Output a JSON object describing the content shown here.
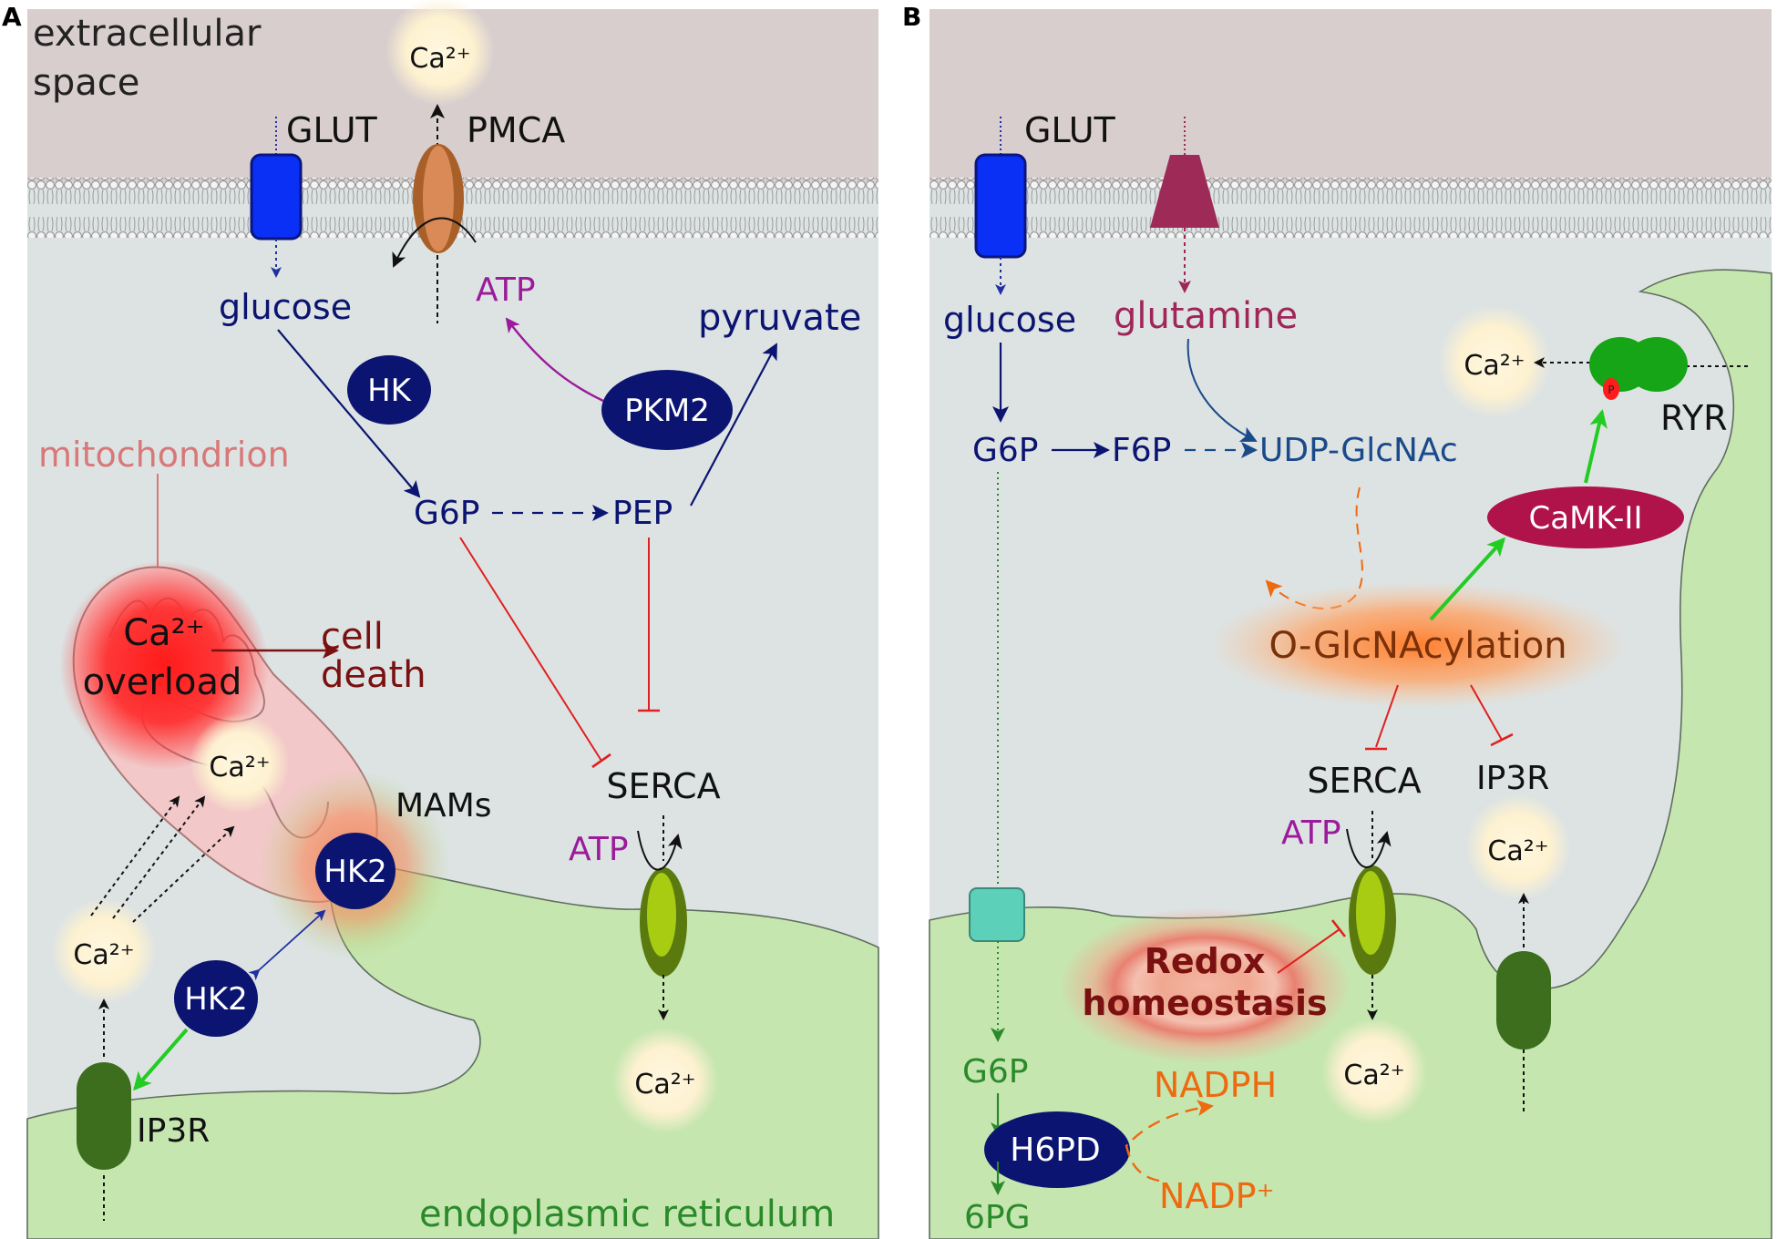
{
  "panel_a": {
    "letter": "A",
    "extracellular_line1": "extracellular",
    "extracellular_line2": "space",
    "ca_top": "Ca²⁺",
    "glut": "GLUT",
    "pmca": "PMCA",
    "glucose": "glucose",
    "atp_pmca": "ATP",
    "pyruvate": "pyruvate",
    "hk": "HK",
    "pkm2": "PKM2",
    "mitochondrion": "mitochondrion",
    "g6p": "G6P",
    "pep": "PEP",
    "ca_overload_line1": "Ca²⁺",
    "ca_overload_line2": "overload",
    "cell_death_line1": "cell",
    "cell_death_line2": "death",
    "ca_mito": "Ca²⁺",
    "mams": "MAMs",
    "hk2_mam": "HK2",
    "hk2_cyto": "HK2",
    "ca_left": "Ca²⁺",
    "serca": "SERCA",
    "atp_serca": "ATP",
    "ca_er": "Ca²⁺",
    "ip3r": "IP3R",
    "er_label": "endoplasmic reticulum"
  },
  "panel_b": {
    "letter": "B",
    "glut": "GLUT",
    "glucose": "glucose",
    "glutamine": "glutamine",
    "ca_ryr": "Ca²⁺",
    "ryr": "RYR",
    "p_mark": "P",
    "g6p": "G6P",
    "f6p": "F6P",
    "udp": "UDP-GlcNAc",
    "camk": "CaMK-II",
    "oglc": "O-GlcNAcylation",
    "serca": "SERCA",
    "ip3r": "IP3R",
    "atp": "ATP",
    "ca_ip3r": "Ca²⁺",
    "redox_line1": "Redox",
    "redox_line2": "homeostasis",
    "ca_er": "Ca²⁺",
    "g6p_er": "G6P",
    "nadph": "NADPH",
    "h6pd": "H6PD",
    "nadp": "NADP⁺",
    "pg6": "6PG"
  },
  "colors": {
    "extracellular": "#d8cece",
    "cytosol": "#dde3e3",
    "er": "#c6e6b0",
    "dark_blue": "#0b1470",
    "purple": "#9b1b9b",
    "glutamine": "#a0265a",
    "red_inhibit": "#e02020",
    "green_activate": "#22cc22",
    "orange": "#ee6a10",
    "dark_red": "#7a1010",
    "er_text": "#2a8a2a",
    "mito_text": "#d87878"
  }
}
